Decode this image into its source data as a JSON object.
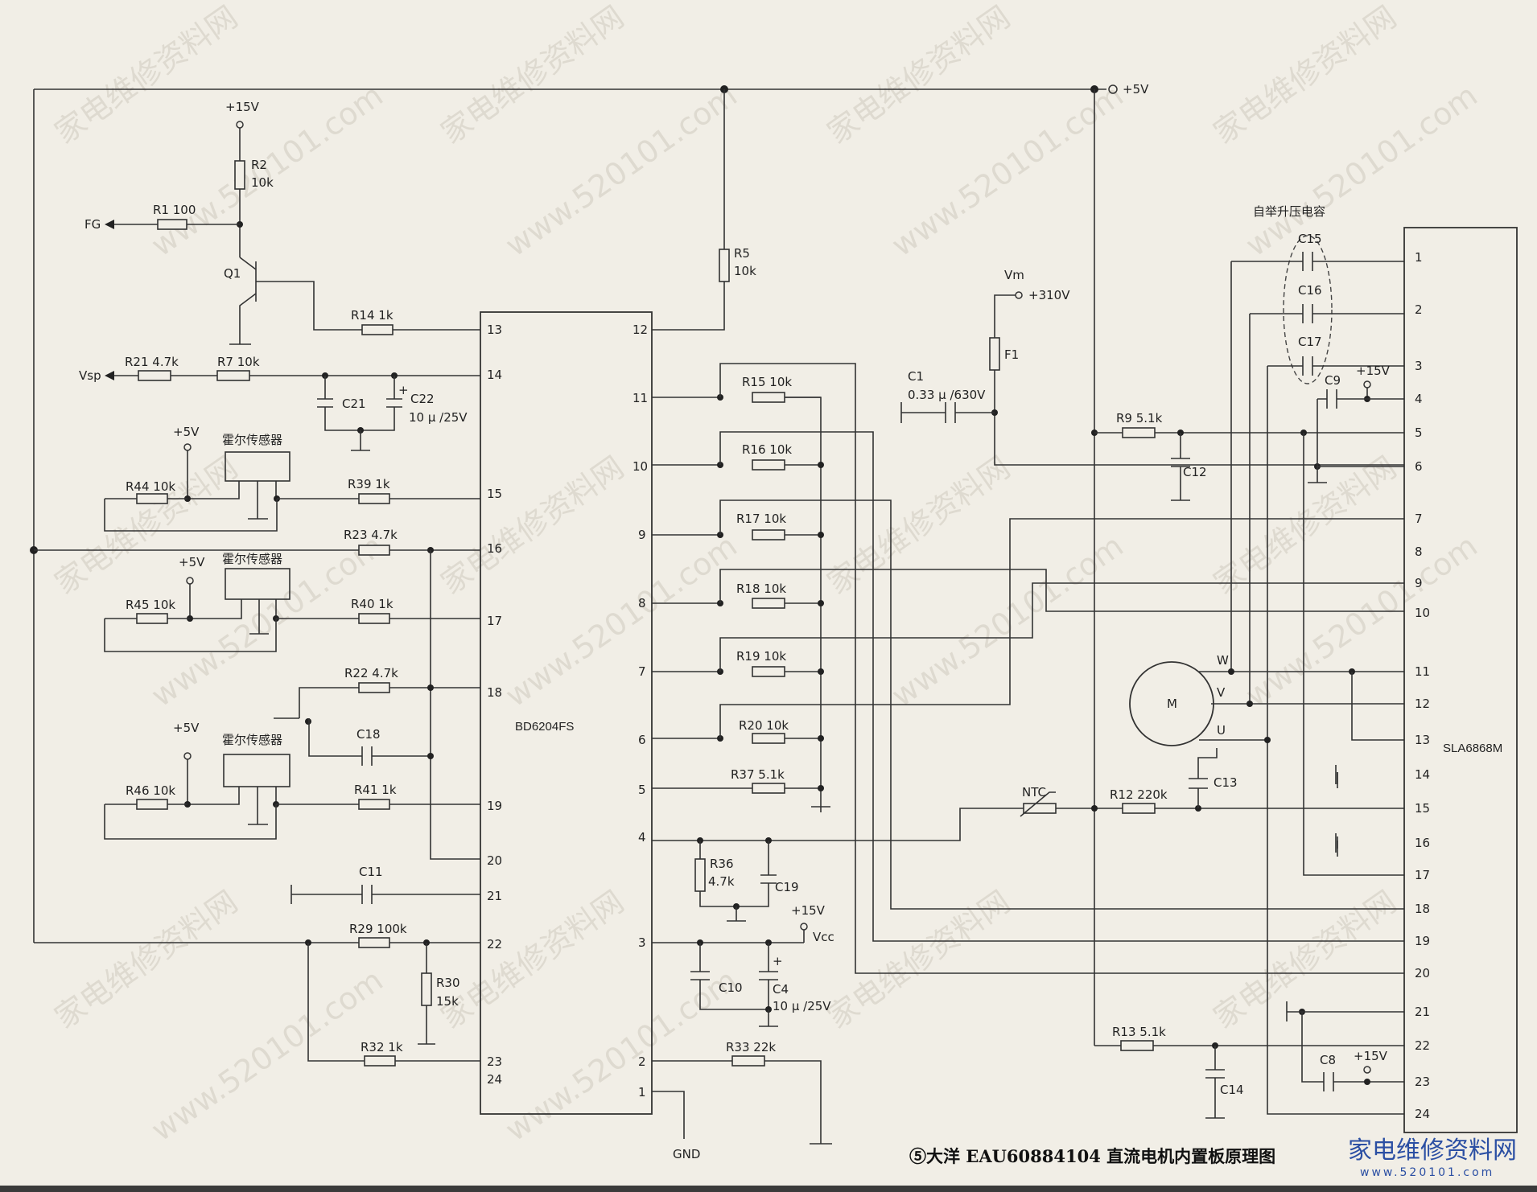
{
  "caption": "⑤大洋 EAU60884104 直流电机内置板原理图",
  "brand": {
    "name": "家电维修资料网",
    "url": "www.520101.com"
  },
  "watermark": {
    "site": "家电维修资料网",
    "url": "www.520101.com"
  },
  "ic1": {
    "name": "BD6204FS",
    "pins_left": [
      "13",
      "14",
      "15",
      "16",
      "17",
      "18",
      "19",
      "20",
      "21",
      "22",
      "23",
      "24"
    ],
    "pins_right": [
      "12",
      "11",
      "10",
      "9",
      "8",
      "7",
      "6",
      "5",
      "4",
      "3",
      "2",
      "1"
    ]
  },
  "ic2": {
    "name": "SLA6868M",
    "pins": [
      "1",
      "2",
      "3",
      "4",
      "5",
      "6",
      "7",
      "8",
      "9",
      "10",
      "11",
      "12",
      "13",
      "14",
      "15",
      "16",
      "17",
      "18",
      "19",
      "20",
      "21",
      "22",
      "23",
      "24"
    ]
  },
  "nets": {
    "plus15": "+15V",
    "plus5": "+5V",
    "vm": "Vm",
    "hv": "+310V",
    "vcc": "Vcc",
    "gnd": "GND",
    "fg": "FG",
    "vsp": "Vsp"
  },
  "hall_label": "霍尔传感器",
  "bootstrap_label": "自举升压电容",
  "motor": {
    "label": "M",
    "w": "W",
    "v": "V",
    "u": "U"
  },
  "components": {
    "R1": "R1 100",
    "R2": "R2",
    "R2v": "10k",
    "Q1": "Q1",
    "R14": "R14 1k",
    "R21": "R21 4.7k",
    "R7": "R7 10k",
    "C21": "C21",
    "C22": "C22",
    "C22v": "10 μ /25V",
    "R44": "R44 10k",
    "R39": "R39 1k",
    "R23": "R23 4.7k",
    "R45": "R45 10k",
    "R40": "R40 1k",
    "R22": "R22 4.7k",
    "C18": "C18",
    "R46": "R46 10k",
    "R41": "R41 1k",
    "C11": "C11",
    "R29": "R29 100k",
    "R30": "R30",
    "R30v": "15k",
    "R32": "R32 1k",
    "R5": "R5",
    "R5v": "10k",
    "R15": "R15 10k",
    "R16": "R16 10k",
    "R17": "R17 10k",
    "R18": "R18 10k",
    "R19": "R19 10k",
    "R20": "R20 10k",
    "R37": "R37 5.1k",
    "R36": "R36",
    "R36v": "4.7k",
    "C19": "C19",
    "C10": "C10",
    "C4": "C4",
    "C4v": "10 μ /25V",
    "R33": "R33 22k",
    "C1": "C1",
    "C1v": "0.33 μ /630V",
    "F1": "F1",
    "R9": "R9 5.1k",
    "C12": "C12",
    "NTC": "NTC",
    "R12": "R12 220k",
    "C13": "C13",
    "R13": "R13 5.1k",
    "C14": "C14",
    "C15": "C15",
    "C16": "C16",
    "C17": "C17",
    "C9": "C9",
    "C8": "C8"
  }
}
